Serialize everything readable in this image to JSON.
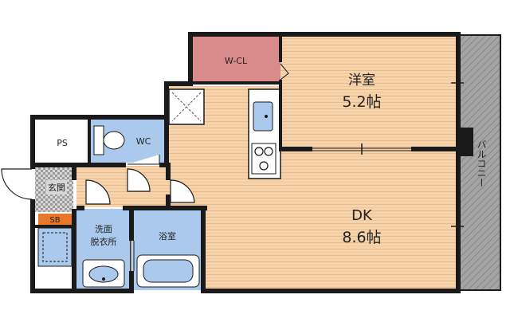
{
  "rooms": {
    "western_room": {
      "name": "洋室",
      "area": "5.2帖"
    },
    "dining_kitchen": {
      "name": "DK",
      "area": "8.6帖"
    },
    "walk_in_closet": {
      "name": "W-CL"
    },
    "pipe_space": {
      "name": "PS"
    },
    "toilet": {
      "name": "WC"
    },
    "entrance": {
      "name": "玄関"
    },
    "shoe_box": {
      "name": "SB"
    },
    "washroom": {
      "name_line1": "洗面",
      "name_line2": "脱衣所"
    },
    "bathroom": {
      "name": "浴室"
    },
    "balcony": {
      "name": "バルコニー"
    }
  },
  "colors": {
    "floor_wood": "#f7d3ac",
    "floor_stripe": "#e8b98a",
    "wet_area": "#aac9ec",
    "closet": "#d98b8b",
    "shoe_box": "#e8772a",
    "balcony": "#9a9a9a",
    "wall": "#1a1a1a"
  }
}
